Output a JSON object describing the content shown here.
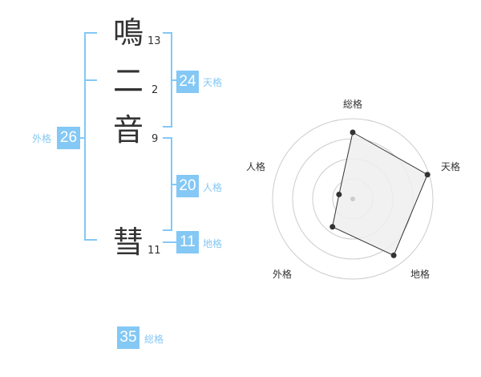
{
  "name": {
    "chars": [
      {
        "char": "鳴",
        "strokes": "13"
      },
      {
        "char": "二",
        "strokes": "2"
      },
      {
        "char": "音",
        "strokes": "9"
      },
      {
        "char": "彗",
        "strokes": "11"
      }
    ]
  },
  "kaku": {
    "tenkaku": {
      "value": "24",
      "label": "天格"
    },
    "jinkaku": {
      "value": "20",
      "label": "人格"
    },
    "chikaku": {
      "value": "11",
      "label": "地格"
    },
    "gaikaku": {
      "value": "26",
      "label": "外格"
    },
    "soukaku": {
      "value": "35",
      "label": "総格"
    }
  },
  "radar": {
    "axes": [
      "総格",
      "天格",
      "地格",
      "外格",
      "人格"
    ],
    "values": [
      0.83,
      0.98,
      0.87,
      0.43,
      0.18
    ],
    "colors": {
      "ring": "#cccccc",
      "fill": "#eeeeee",
      "line": "#333333",
      "point": "#333333",
      "center": "#cccccc"
    }
  },
  "colors": {
    "accent": "#84c8f5",
    "text": "#333333"
  }
}
